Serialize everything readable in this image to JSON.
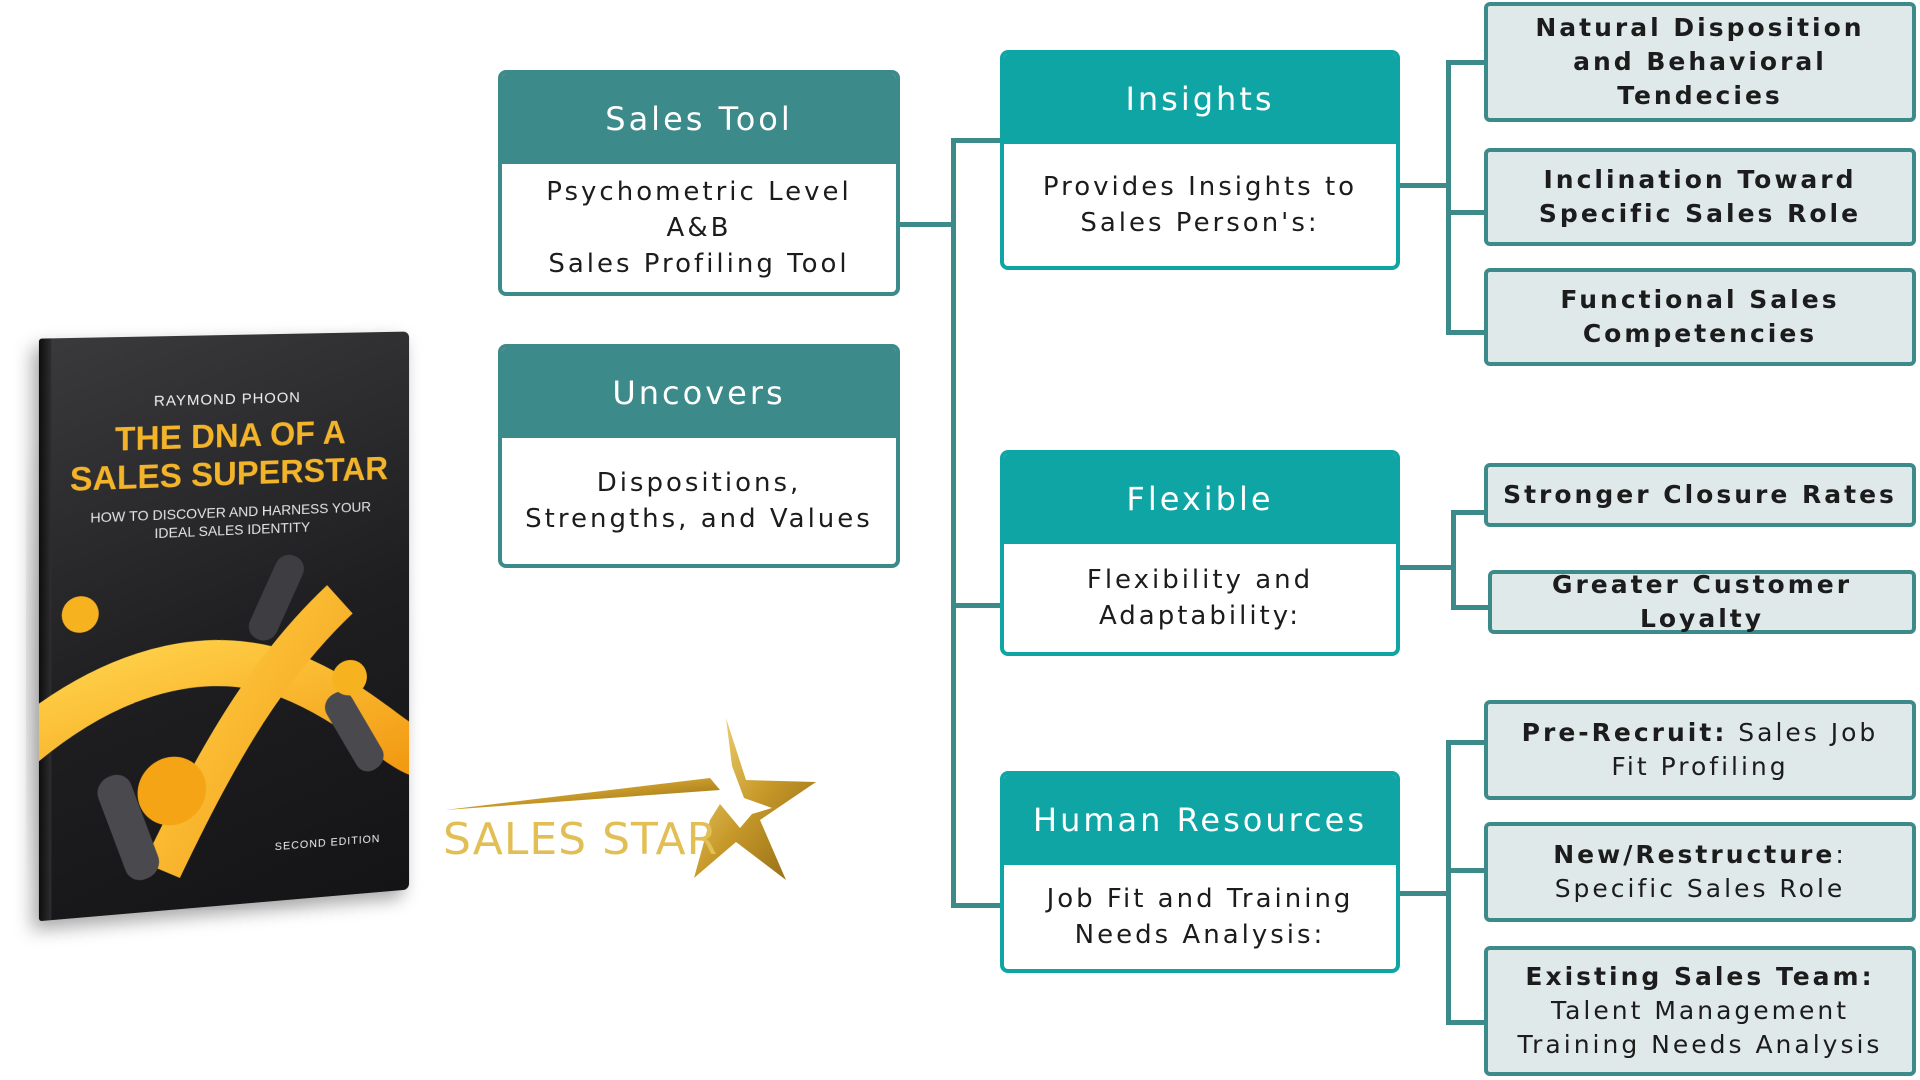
{
  "book": {
    "author": "RAYMOND PHOON",
    "title": "THE DNA OF A\nSALES SUPERSTAR",
    "subtitle": "HOW TO DISCOVER AND HARNESS YOUR\nIDEAL SALES IDENTITY",
    "edition": "SECOND EDITION"
  },
  "logo": {
    "text": "SALES STAR",
    "color": "#e2bf55"
  },
  "colors": {
    "dark_teal": "#3d8a8a",
    "bright_teal": "#0fa5a5",
    "box_fill": "#dfe9ea"
  },
  "left_cards": [
    {
      "title": "Sales Tool",
      "body": "Psychometric Level\nA&B\nSales Profiling Tool"
    },
    {
      "title": "Uncovers",
      "body": "Dispositions,\nStrengths, and Values"
    }
  ],
  "mid_cards": [
    {
      "title": "Insights",
      "body": "Provides Insights to\nSales Person's:"
    },
    {
      "title": "Flexible",
      "body": "Flexibility and\nAdaptability:"
    },
    {
      "title": "Human Resources",
      "body": "Job Fit and Training\nNeeds Analysis:"
    }
  ],
  "outcomes": {
    "insights": [
      {
        "bold": "Natural Disposition and Behavioral Tendecies"
      },
      {
        "bold": "Inclination Toward Specific Sales Role"
      },
      {
        "bold": "Functional Sales Competencies"
      }
    ],
    "flexible": [
      {
        "bold": "Stronger Closure Rates"
      },
      {
        "bold": "Greater Customer Loyalty"
      }
    ],
    "hr": [
      {
        "bold": "Pre-Recruit:",
        "plain": " Sales Job Fit Profiling"
      },
      {
        "bold": "New/Restructure",
        "plain": ":\nSpecific Sales Role"
      },
      {
        "bold": "Existing Sales Team:",
        "plain": "\nTalent Management\nTraining Needs Analysis"
      }
    ]
  }
}
